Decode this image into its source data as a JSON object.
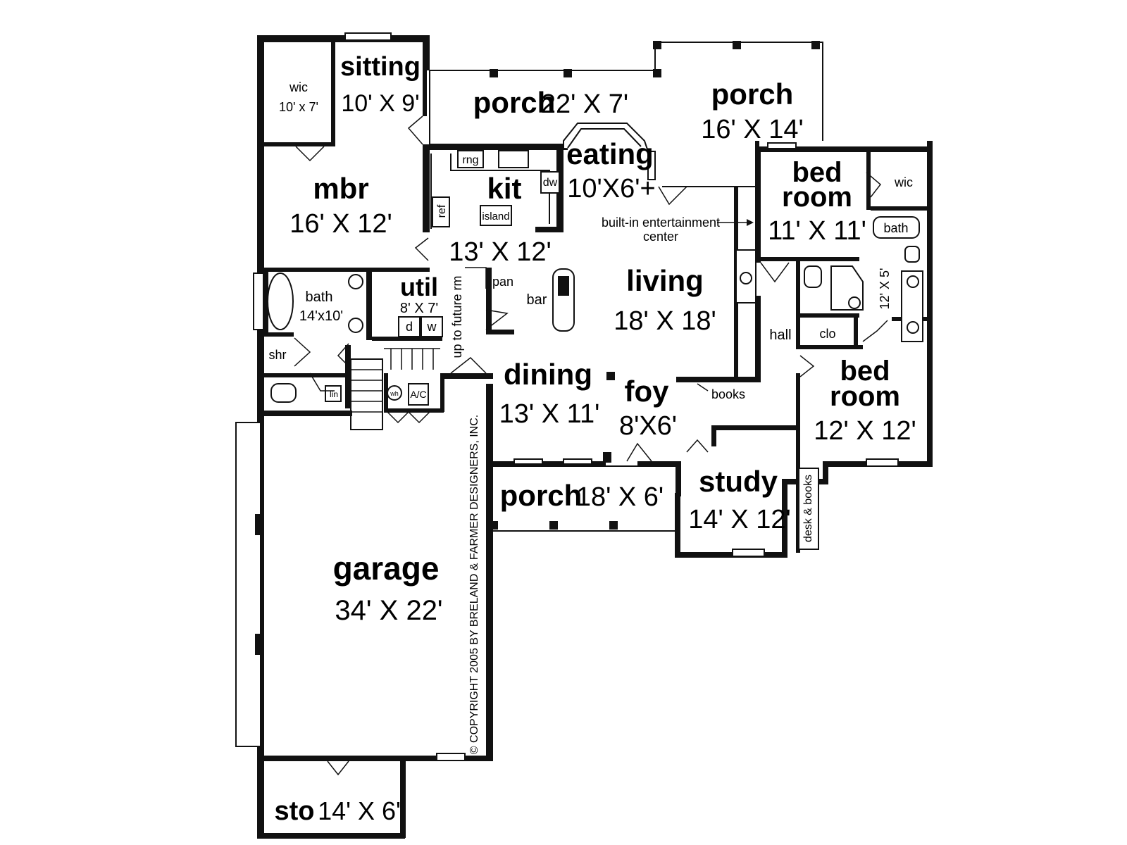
{
  "rooms": {
    "sitting": {
      "name": "sitting",
      "dim": "10' X 9'"
    },
    "wic_master": {
      "name": "wic",
      "dim": "10' x 7'"
    },
    "porch_rear": {
      "name": "porch",
      "dim": "22' X 7'"
    },
    "porch_side": {
      "name": "porch",
      "dim": "16' X 14'"
    },
    "mbr": {
      "name": "mbr",
      "dim": "16' X 12'"
    },
    "kitchen": {
      "name": "kit",
      "dim": "13' X 12'"
    },
    "eating": {
      "name": "eating",
      "dim": "10'X6'+"
    },
    "bedroom1": {
      "name1": "bed",
      "name2": "room",
      "dim": "11' X 11'"
    },
    "bedroom2": {
      "name1": "bed",
      "name2": "room",
      "dim": "12' X 12'"
    },
    "living": {
      "name": "living",
      "dim": "18' X 18'"
    },
    "bath_master": {
      "name": "bath",
      "dim": "14'x10'"
    },
    "util": {
      "name": "util",
      "dim": "8' X 7'"
    },
    "dining": {
      "name": "dining",
      "dim": "13' X 11'"
    },
    "foyer": {
      "name": "foy",
      "dim": "8'X6'"
    },
    "porch_front": {
      "name": "porch",
      "dim": "18' X 6'"
    },
    "study": {
      "name": "study",
      "dim": "14' X 12'"
    },
    "garage": {
      "name": "garage",
      "dim": "34' X 22'"
    },
    "storage": {
      "name": "sto",
      "dim": "14' X 6'"
    }
  },
  "labels": {
    "rng": "rng",
    "dw": "dw",
    "ref": "ref",
    "island": "island",
    "pan": "pan",
    "bar": "bar",
    "builtin1": "built-in entertainment",
    "builtin2": "center",
    "wic": "wic",
    "bath": "bath",
    "bath_dim": "12' X 5'",
    "hall": "hall",
    "clo": "clo",
    "books": "books",
    "shr": "shr",
    "lin": "lin",
    "d": "d",
    "w": "w",
    "wh": "wh",
    "ac": "A/C",
    "stairs": "up to future rm",
    "desk": "desk & books",
    "copyright": "© COPYRIGHT 2005 BY BRELAND & FARMER DESIGNERS, INC."
  }
}
